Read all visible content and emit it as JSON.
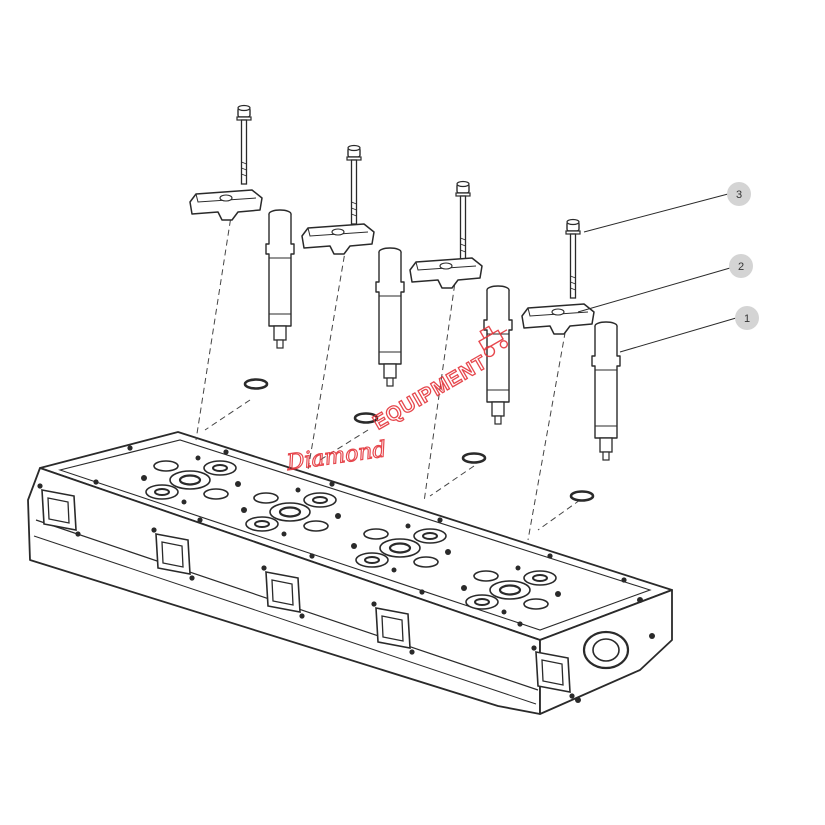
{
  "callouts": [
    {
      "label": "1",
      "part": "injector"
    },
    {
      "label": "2",
      "part": "clamp"
    },
    {
      "label": "3",
      "part": "bolt"
    }
  ],
  "watermark": {
    "script": "Diamond",
    "word": "EQUIPMENT",
    "color": "#e4343a"
  },
  "colors": {
    "line": "#2a2a2a",
    "callout_fill": "#d4d4d4"
  },
  "icons": [
    "tractor-icon"
  ]
}
